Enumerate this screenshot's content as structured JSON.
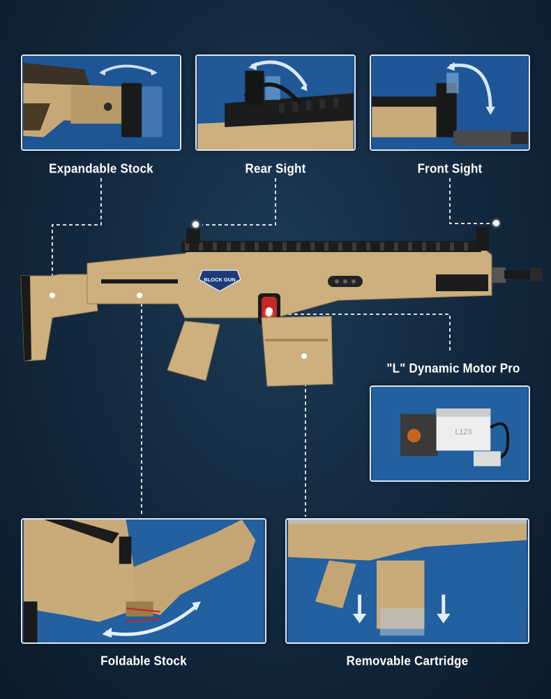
{
  "features": {
    "expandable_stock": "Expandable Stock",
    "rear_sight": "Rear Sight",
    "front_sight": "Front Sight",
    "motor": "\"L\" Dynamic Motor Pro",
    "foldable_stock": "Foldable Stock",
    "removable_cartridge": "Removable Cartridge"
  },
  "badge": {
    "text": "BLOCK GUN"
  },
  "motor_module": {
    "print": "L123"
  },
  "colors": {
    "background": "#142a40",
    "panel": "#1f4f88",
    "tan": "#cdb07e",
    "tan_dark": "#a88a58",
    "black": "#1a1a1a",
    "line": "#ffffff"
  }
}
